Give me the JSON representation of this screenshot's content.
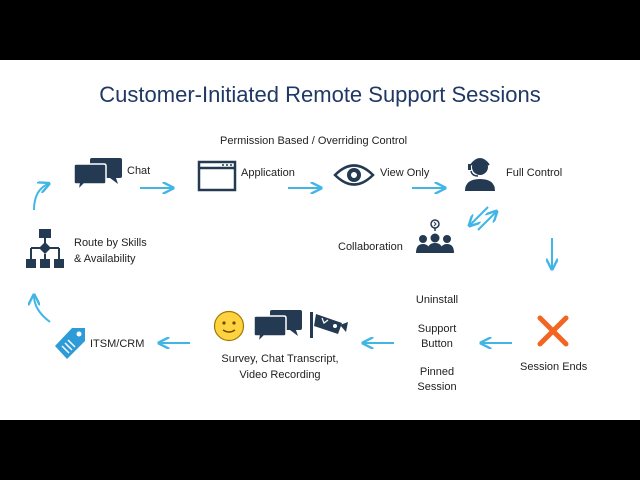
{
  "title": "Customer-Initiated Remote Support Sessions",
  "subtitle": "Permission Based / Overriding Control",
  "nodes": {
    "chat": "Chat",
    "application": "Application",
    "view_only": "View Only",
    "full_control": "Full Control",
    "collaboration": "Collaboration",
    "route_line1": "Route by Skills",
    "route_line2": "& Availability",
    "itsm": "ITSM/CRM",
    "survey_line1": "Survey, Chat Transcript,",
    "survey_line2": "Video Recording",
    "uninstall": "Uninstall",
    "support_line1": "Support",
    "support_line2": "Button",
    "pinned_line1": "Pinned",
    "pinned_line2": "Session",
    "session_ends": "Session Ends"
  },
  "colors": {
    "title": "#1f3864",
    "arrow": "#41b6e6",
    "icon": "#243a52",
    "cross": "#f26522",
    "face": "#ffd23f",
    "tag": "#2d9bd8"
  },
  "icons": [
    "chat-bubbles-icon",
    "application-window-icon",
    "eye-icon",
    "support-agent-icon",
    "team-collaboration-icon",
    "flowchart-icon",
    "tag-icon",
    "smiley-face-icon",
    "video-camera-icon",
    "cross-icon"
  ]
}
